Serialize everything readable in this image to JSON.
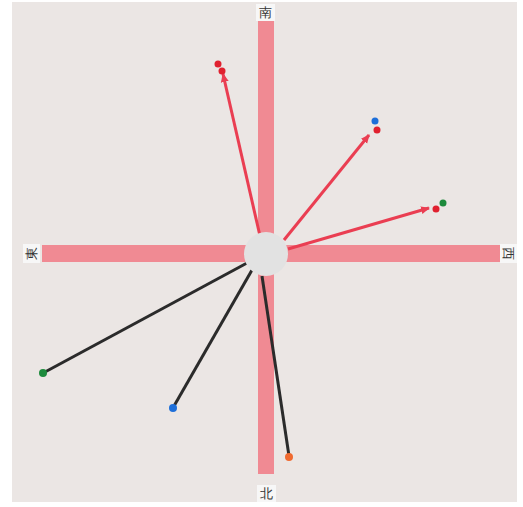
{
  "diagram": {
    "labels": [
      "南",
      "北",
      "東",
      "西"
    ]
  }
}
